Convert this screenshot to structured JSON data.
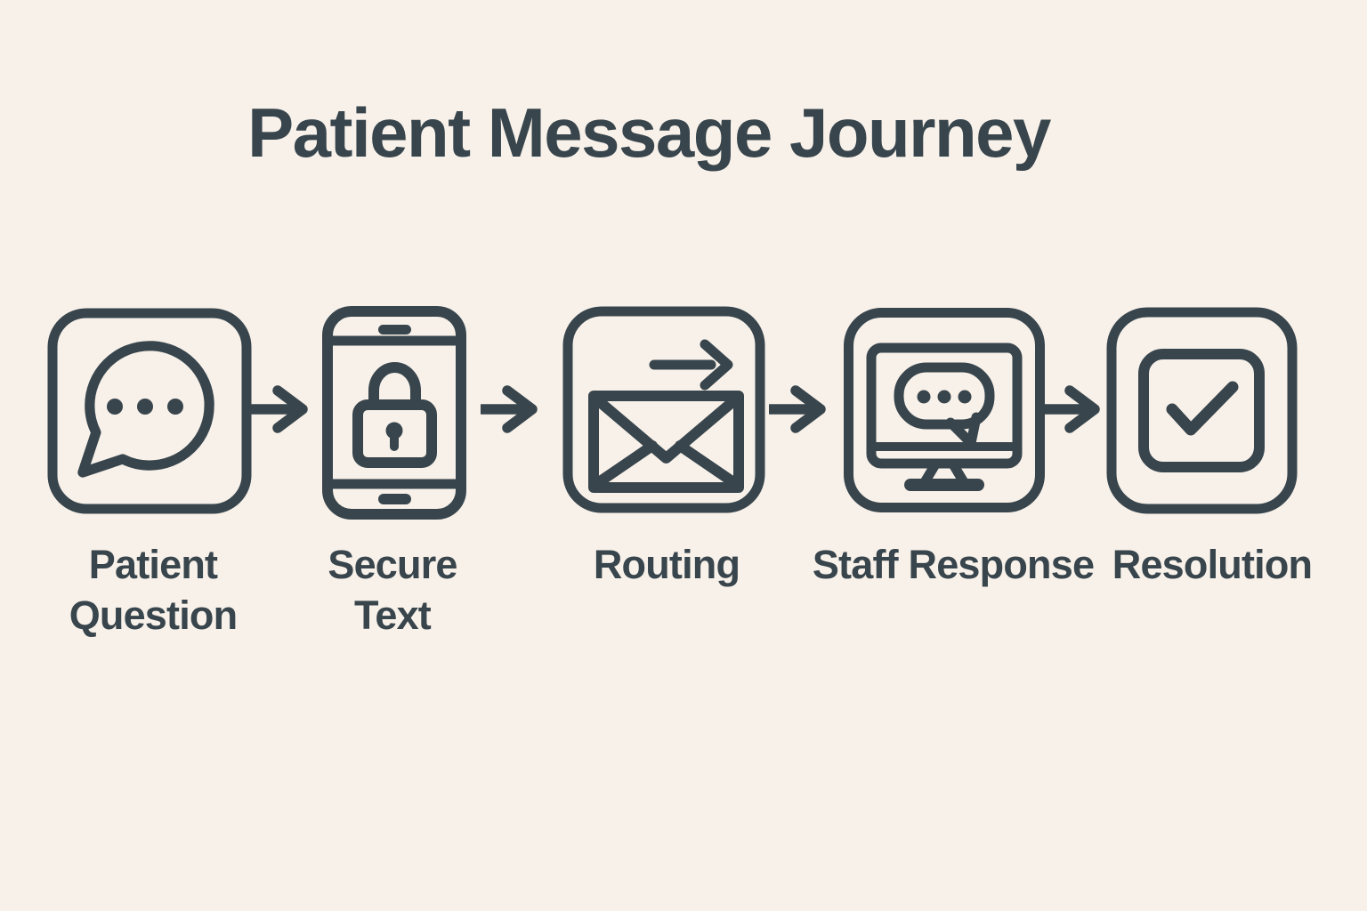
{
  "title": "Patient Message Journey",
  "colors": {
    "background": "#F8F1EA",
    "stroke": "#38454C",
    "text": "#38454C"
  },
  "flow": {
    "direction": "left-to-right",
    "connector": "arrow-right",
    "steps": [
      {
        "icon": "chat-bubble-dots-icon",
        "label": "Patient Question",
        "label_lines": [
          "Patient",
          "Question"
        ]
      },
      {
        "icon": "smartphone-lock-icon",
        "label": "Secure Text",
        "label_lines": [
          "Secure",
          "Text"
        ]
      },
      {
        "icon": "envelope-send-icon",
        "label": "Routing",
        "label_lines": [
          "Routing"
        ]
      },
      {
        "icon": "monitor-chat-icon",
        "label": "Staff Response",
        "label_lines": [
          "Staff Response"
        ]
      },
      {
        "icon": "checkbox-checked-icon",
        "label": "Resolution",
        "label_lines": [
          "Resolution"
        ]
      }
    ]
  }
}
